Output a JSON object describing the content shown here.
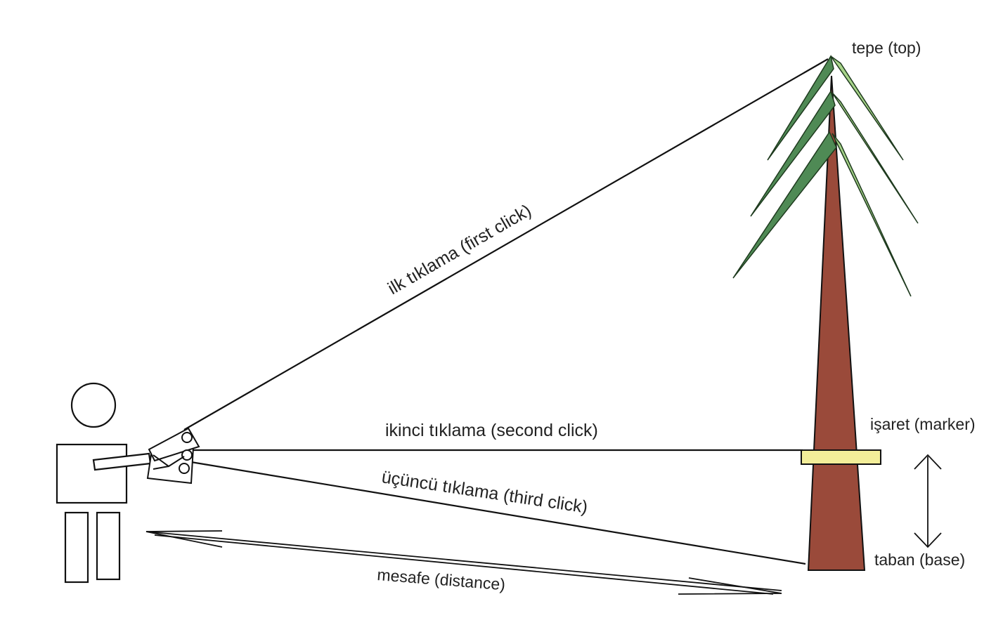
{
  "labels": {
    "top": "tepe (top)",
    "marker": "işaret (marker)",
    "base": "taban (base)",
    "first_click": "ilk tıklama (first click)",
    "second_click": "ikinci tıklama (second click)",
    "third_click": "üçüncü tıklama (third click)",
    "distance": "mesafe (distance)"
  },
  "colors": {
    "trunk": "#9a4a3a",
    "foliage_dark": "#4f8a55",
    "foliage_light": "#a8d48a",
    "marker": "#f3ee99",
    "line": "#111111",
    "background": "#ffffff"
  },
  "icons": {
    "person": "stick-figure",
    "device": "clinometer-device",
    "arrow": "double-headed-arrow"
  }
}
